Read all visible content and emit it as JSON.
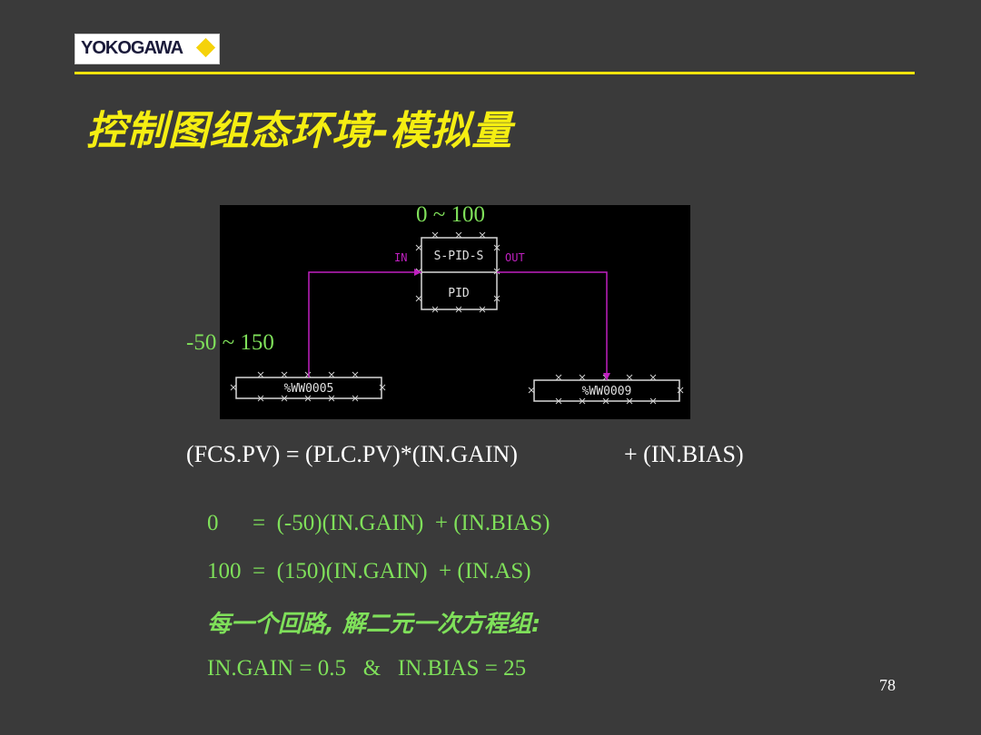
{
  "logo": {
    "text": "YOKOGAWA"
  },
  "title": "控制图组态环境-模拟量",
  "diagram": {
    "block_name": "S-PID-S",
    "block_type": "PID",
    "in_label": "IN",
    "out_label": "OUT",
    "left_tag": "%WW0005",
    "right_tag": "%WW0009",
    "range_top": "0 ~ 100",
    "range_left": "-50 ~ 150"
  },
  "formula": {
    "main": "(FCS.PV)  = (PLC.PV)*(IN.GAIN)",
    "bias": "+ (IN.BIAS)"
  },
  "equations": {
    "line1": "0      =  (-50)(IN.GAIN)  + (IN.BIAS)",
    "line2": "100  =  (150)(IN.GAIN)  + (IN.AS)",
    "note": "每一个回路, 解二元一次方程组:",
    "result": "IN.GAIN = 0.5   &   IN.BIAS = 25"
  },
  "page_number": "78",
  "colors": {
    "background": "#3a3a3a",
    "title": "#f5ee12",
    "accent_green": "#7fe05a",
    "wire": "#c020c0",
    "rule": "#f1e40d"
  }
}
